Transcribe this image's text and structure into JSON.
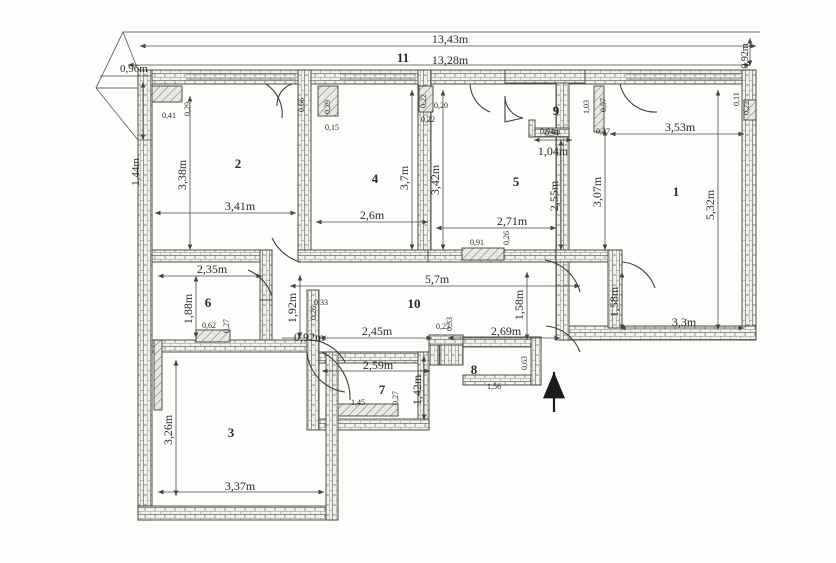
{
  "drawing": {
    "type": "architectural-floor-plan",
    "units": "m",
    "background_color": "#fdfdfb",
    "line_color": "#3a3a3a",
    "hatch_color": "#8a8a80"
  },
  "overall_dimensions": [
    {
      "id": "overall-top-outer",
      "label": "13,43m"
    },
    {
      "id": "overall-top-inner",
      "label": "13,28m"
    },
    {
      "id": "left-offset",
      "label": "0,96m"
    },
    {
      "id": "left-chamfer",
      "label": "1,44m"
    },
    {
      "id": "right-top-small",
      "label": "0,92m"
    }
  ],
  "rooms": [
    {
      "number": "1",
      "name": "room-1"
    },
    {
      "number": "2",
      "name": "room-2"
    },
    {
      "number": "3",
      "name": "room-3"
    },
    {
      "number": "4",
      "name": "room-4"
    },
    {
      "number": "5",
      "name": "room-5"
    },
    {
      "number": "6",
      "name": "room-6"
    },
    {
      "number": "7",
      "name": "room-7"
    },
    {
      "number": "8",
      "name": "room-8"
    },
    {
      "number": "9",
      "name": "room-9"
    },
    {
      "number": "10",
      "name": "room-10"
    },
    {
      "number": "11",
      "name": "room-11"
    }
  ],
  "dimensions": {
    "room1": {
      "width": "3,53m",
      "width_lower": "3,3m",
      "height": "5,32m",
      "height_left": "3,07m",
      "door_offset": "1,58m"
    },
    "room2": {
      "width": "3,41m",
      "height": "3,38m"
    },
    "room3": {
      "width": "3,37m",
      "height": "3,26m"
    },
    "room4": {
      "width": "2,6m",
      "height": "3,7m"
    },
    "room5": {
      "width": "2,71m",
      "height": "3,42m",
      "right": "2,55m"
    },
    "room6": {
      "width": "2,35m",
      "height": "1,88m"
    },
    "room7": {
      "width": "2,59m",
      "height": "1,42m"
    },
    "room8": {
      "width": "1,56m"
    },
    "room9": {
      "width": "0,94m",
      "width_lower": "1,04m"
    },
    "room10": {
      "width": "5,7m",
      "sub_left": "2,45m",
      "sub_right": "2,69m",
      "height": "1,92m",
      "door": "0,92m"
    }
  },
  "small_labels": [
    {
      "id": "s-041",
      "label": "0,41"
    },
    {
      "id": "s-029a",
      "label": "0,29"
    },
    {
      "id": "s-066",
      "label": "0,66"
    },
    {
      "id": "s-029b",
      "label": "0,29"
    },
    {
      "id": "s-015",
      "label": "0,15"
    },
    {
      "id": "s-022a",
      "label": "0,22"
    },
    {
      "id": "s-022b",
      "label": "0,22"
    },
    {
      "id": "s-020",
      "label": "0,20"
    },
    {
      "id": "s-103",
      "label": "1,03"
    },
    {
      "id": "s-057",
      "label": "0,57"
    },
    {
      "id": "s-027",
      "label": "0,27"
    },
    {
      "id": "s-094",
      "label": "0,94"
    },
    {
      "id": "s-011",
      "label": "0,11"
    },
    {
      "id": "s-022c",
      "label": "0,22"
    },
    {
      "id": "s-091",
      "label": "0,91"
    },
    {
      "id": "s-026",
      "label": "0,26"
    },
    {
      "id": "s-062",
      "label": "0,62"
    },
    {
      "id": "s-027b",
      "label": "0,27"
    },
    {
      "id": "s-033",
      "label": "0,33"
    },
    {
      "id": "s-026b",
      "label": "0,26"
    },
    {
      "id": "s-023",
      "label": "0,23"
    },
    {
      "id": "s-033b",
      "label": "0,33"
    },
    {
      "id": "s-145",
      "label": "1,45"
    },
    {
      "id": "s-027c",
      "label": "0,27"
    },
    {
      "id": "s-156",
      "label": "1,56"
    },
    {
      "id": "s-063",
      "label": "0,63"
    }
  ],
  "annotations": {
    "entrance_arrow": "entrance-direction-arrow"
  }
}
